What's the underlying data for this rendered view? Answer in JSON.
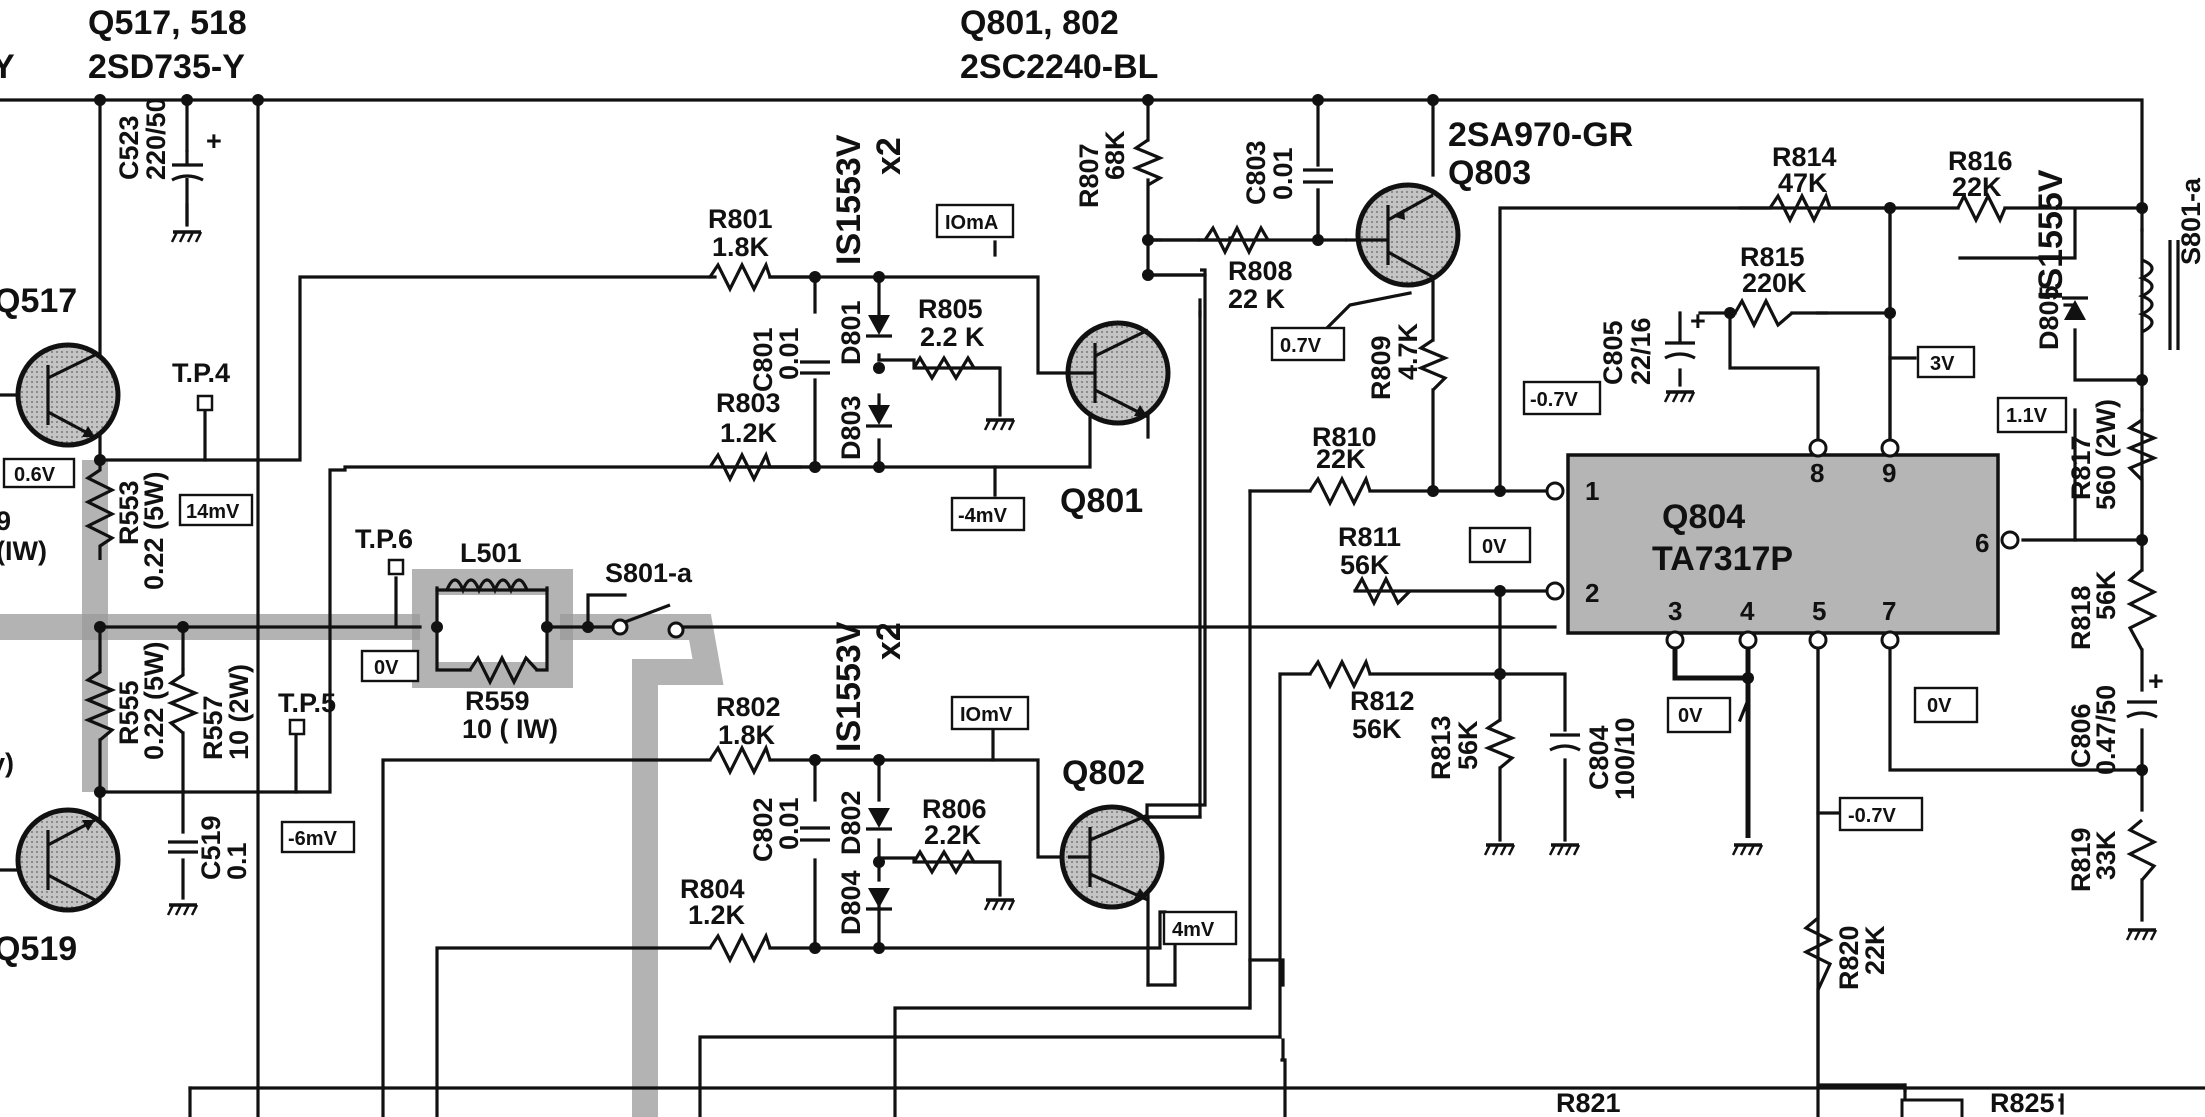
{
  "headers": {
    "q517_518": "Q517, 518",
    "q517_518_part": "2SD735-Y",
    "q801_802": "Q801, 802",
    "q801_802_part": "2SC2240-BL",
    "q803_part": "2SA970-GR",
    "q803": "Q803",
    "left_cut": "Y"
  },
  "transistors": {
    "q517": "Q517",
    "q519": "Q519",
    "q801": "Q801",
    "q802": "Q802"
  },
  "ic": {
    "ref": "Q804",
    "part": "TA7317P",
    "pins": [
      "1",
      "2",
      "3",
      "4",
      "5",
      "6",
      "7",
      "8",
      "9"
    ]
  },
  "resistors": {
    "r801": [
      "R801",
      "1.8K"
    ],
    "r803": [
      "R803",
      "1.2K"
    ],
    "r805": [
      "R805",
      "2.2 K"
    ],
    "r807": [
      "R807",
      "68K"
    ],
    "r808": [
      "R808",
      "22 K"
    ],
    "r809": [
      "R809",
      "4.7K"
    ],
    "r810": [
      "R810",
      "22K"
    ],
    "r811": [
      "R811",
      "56K"
    ],
    "r812": [
      "R812",
      "56K"
    ],
    "r813": [
      "R813",
      "56K"
    ],
    "r814": [
      "R814",
      "47K"
    ],
    "r815": [
      "R815",
      "220K"
    ],
    "r816": [
      "R816",
      "22K"
    ],
    "r817": [
      "R817",
      "560 (2W)"
    ],
    "r818": [
      "R818",
      "56K"
    ],
    "r819": [
      "R819",
      "33K"
    ],
    "r820": [
      "R820",
      "22K"
    ],
    "r802": [
      "R802",
      "1.8K"
    ],
    "r804": [
      "R804",
      "1.2K"
    ],
    "r806": [
      "R806",
      "2.2K"
    ],
    "r553": [
      "R553",
      "0.22 (5W)"
    ],
    "r555": [
      "R555",
      "0.22 (5W)"
    ],
    "r557": [
      "R557",
      "10 (2W)"
    ],
    "r559": [
      "R559",
      "10 ( IW)"
    ],
    "r821": [
      "R821"
    ],
    "r825": [
      "R825"
    ]
  },
  "capacitors": {
    "c523": [
      "C523",
      "220/50"
    ],
    "c801": [
      "C801",
      "0.01"
    ],
    "c802": [
      "C802",
      "0.01"
    ],
    "c803": [
      "C803",
      "0.01"
    ],
    "c804": [
      "C804",
      "100/10"
    ],
    "c805": [
      "C805",
      "22/16"
    ],
    "c806": [
      "C806",
      "0.47/50"
    ],
    "c519": [
      "C519",
      "0.1"
    ]
  },
  "diodes": {
    "d801": "D801",
    "d803": "D803",
    "d802": "D802",
    "d804": "D804",
    "d805": [
      "D805",
      "IS1555V"
    ],
    "group_top": [
      "IS1553V",
      "x2"
    ],
    "group_bot": [
      "IS1553V",
      "x2"
    ]
  },
  "misc": {
    "l501": "L501",
    "s801a": "S801-a",
    "s801a_coil": "S801-a",
    "tp4": "T.P.4",
    "tp5": "T.P.5",
    "tp6": "T.P.6",
    "left_q519_note": "9",
    "left_1w": "(IW)",
    "left_v": "v)"
  },
  "voltages": {
    "v06": "0.6V",
    "v14mv": "14mV",
    "v6mv": "-6mV",
    "v0_tp6": "0V",
    "v10ma": "IOmA",
    "v4mv_neg": "-4mV",
    "v07": "0.7V",
    "v07_neg": "-0.7V",
    "v0_ic": "0V",
    "v3": "3V",
    "v11": "1.1V",
    "v10mv": "IOmV",
    "v4mv": "4mV",
    "v0_pin4": "0V",
    "v0_pin7": "0V",
    "v07_neg2": "-0.7V"
  }
}
